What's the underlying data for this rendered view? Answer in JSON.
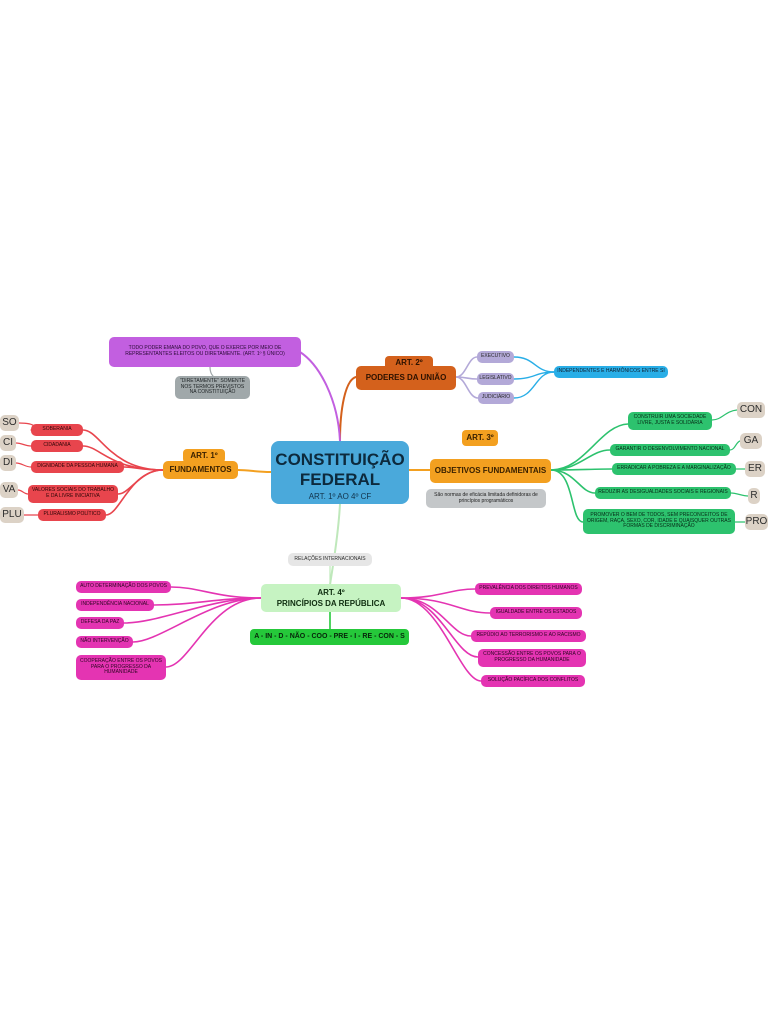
{
  "center": {
    "title": "CONSTITUIÇÃO FEDERAL",
    "subtitle": "ART. 1º AO 4º CF"
  },
  "art2": {
    "tag": "ART. 2º",
    "title": "PODERES DA UNIÃO",
    "powers": [
      "EXECUTIVO",
      "LEGISLATIVO",
      "JUDICIÁRIO"
    ],
    "relation": "INDEPENDENTES E HARMÔNICOS ENTRE SI"
  },
  "art1": {
    "tag": "ART. 1º",
    "title": "FUNDAMENTOS",
    "note": "TODO PODER EMANA DO POVO, QUE O EXERCE POR MEIO DE REPRESENTANTES ELEITOS OU DIRETAMENTE. (ART. 1º § ÚNICO)",
    "subnote": "\"DIRETAMENTE\" SOMENTE NOS TERMOS PREVISTOS NA CONSTITUIÇÃO",
    "items": [
      {
        "abbr": "SO",
        "text": "SOBERANIA"
      },
      {
        "abbr": "CI",
        "text": "CIDADANIA"
      },
      {
        "abbr": "DI",
        "text": "DIGNIDADE DA PESSOA HUMANA"
      },
      {
        "abbr": "VA",
        "text": "VALORES SOCIAIS DO TRABALHO E DA LIVRE INICIATIVA"
      },
      {
        "abbr": "PLU",
        "text": "PLURALISMO POLÍTICO"
      }
    ]
  },
  "art3": {
    "tag": "ART. 3º",
    "title": "OBJETIVOS FUNDAMENTAIS",
    "note": "São normas de eficácia limitada definidoras de princípios programáticos",
    "items": [
      {
        "abbr": "CON",
        "text": "CONSTRUIR UMA SOCIEDADE LIVRE, JUSTA E SOLIDÁRIA"
      },
      {
        "abbr": "GA",
        "text": "GARANTIR O DESENVOLVIMENTO NACIONAL"
      },
      {
        "abbr": "ER",
        "text": "ERRADICAR A POBREZA E A MARGINALIZAÇÃO"
      },
      {
        "abbr": "R",
        "text": "REDUZIR AS DESIGUALDADES SOCIAIS E REGIONAIS"
      },
      {
        "abbr": "PRO",
        "text": "PROMOVER O BEM DE TODOS, SEM PRECONCEITOS DE ORIGEM, RAÇA, SEXO, COR, IDADE E QUAISQUER OUTRAS FORMAS DE DISCRIMINAÇÃO"
      }
    ]
  },
  "art4": {
    "label": "RELAÇÕES INTERNACIONAIS",
    "tag": "ART. 4º",
    "title": "PRINCÍPIOS DA REPÚBLICA",
    "mnemonic": "A - IN - D - NÃO - COO - PRE - I - RE - CON - S",
    "left": [
      "AUTO DETERMINAÇÃO DOS POVOS",
      "INDEPENDÊNCIA NACIONAL",
      "DEFESA DA PAZ",
      "NÃO INTERVENÇÃO",
      "COOPERAÇÃO ENTRE OS POVOS PARA O PROGRESSO DA HUMANIDADE"
    ],
    "right": [
      "PREVALÊNCIA DOS DIREITOS HUMANOS",
      "IGUALDADE ENTRE OS ESTADOS",
      "REPÚDIO AO TERRORISMO E AO RACISMO",
      "CONCESSÃO ENTRE OS POVOS PARA O PROGRESSO DA HUMANIDADE",
      "SOLUÇÃO PACÍFICA DOS CONFLITOS"
    ]
  },
  "colors": {
    "center": "#4aa9db",
    "art1": "#f3a020",
    "art1_items": "#e8454d",
    "art2": "#d4611c",
    "powers": "#b3a9d8",
    "relation": "#29aee7",
    "note_purple": "#c25fe0",
    "note_gray": "#a0a8aa",
    "art3": "#f3a020",
    "art3_items": "#2dc26e",
    "art4_header": "#c6f3c2",
    "art4_items": "#e434b2",
    "mnemonic": "#25c83a",
    "abbr": "#dcd2c6"
  }
}
